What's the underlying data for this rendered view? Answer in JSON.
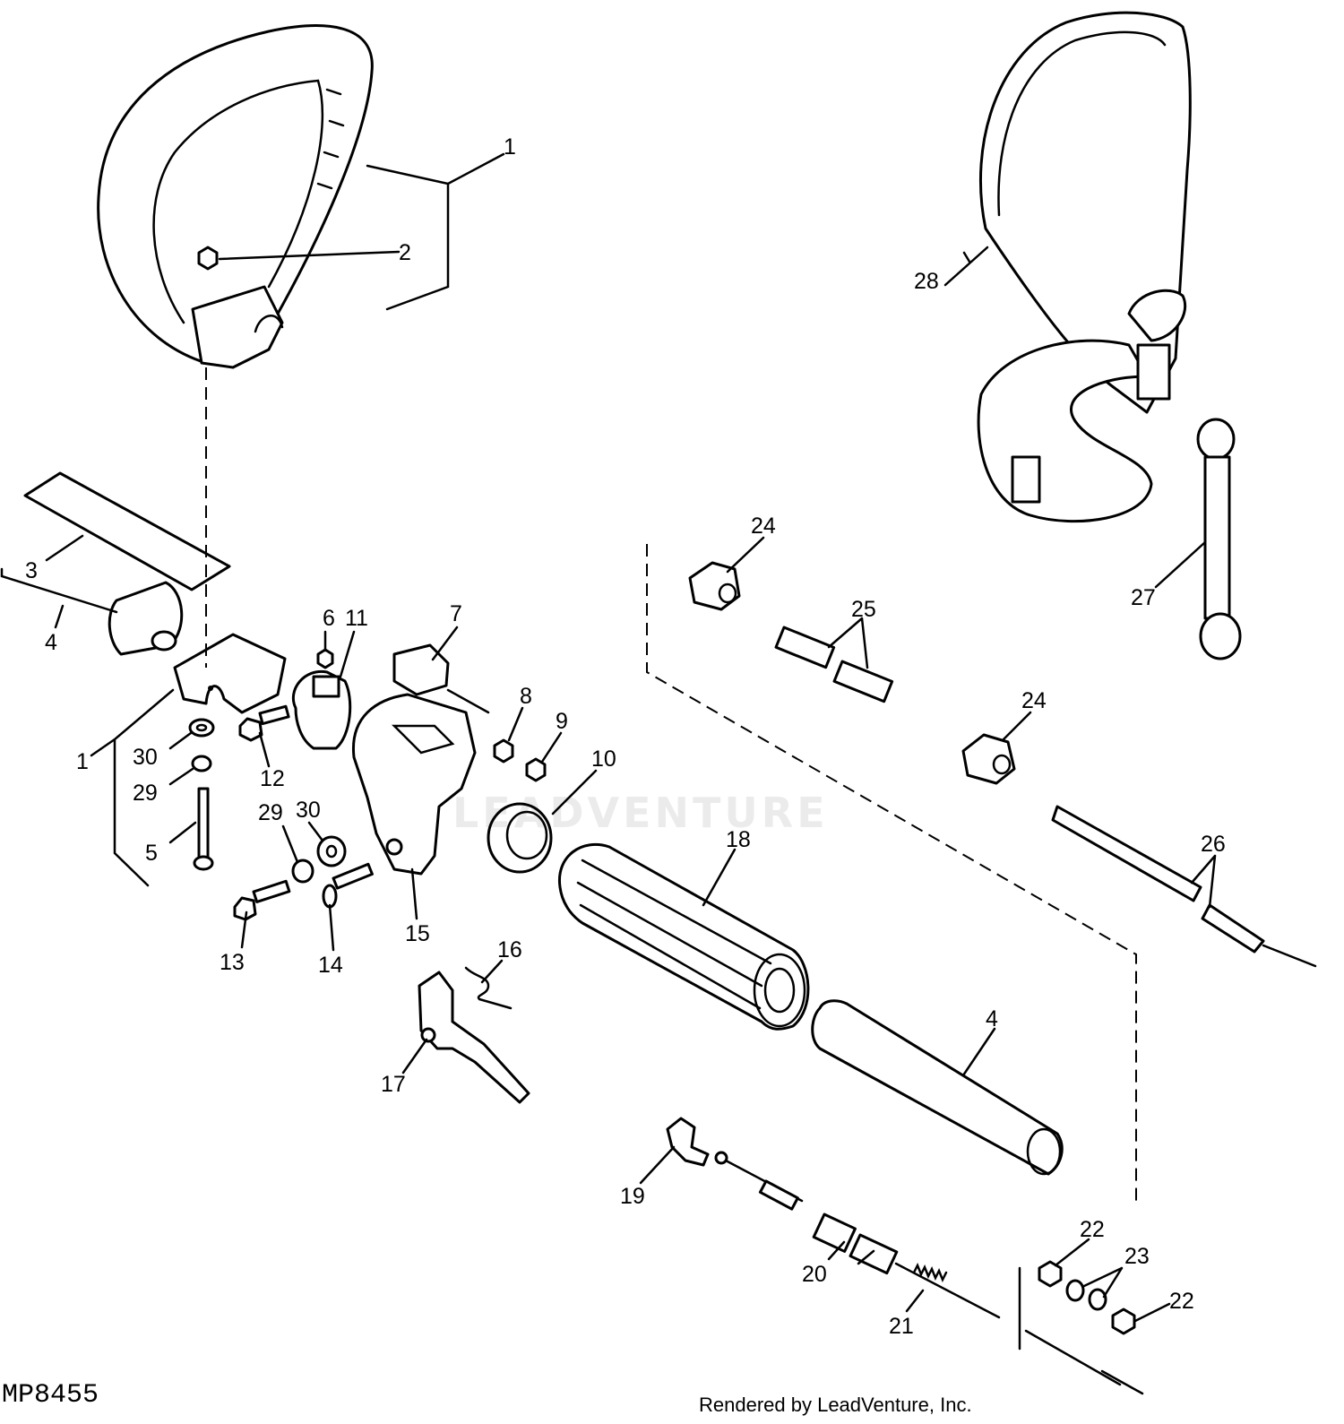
{
  "drawing_code": "MP8455",
  "credit": "Rendered by LeadVenture, Inc.",
  "watermark": "LEADVENTURE",
  "callouts": {
    "c1a": "1",
    "c2": "2",
    "c3": "3",
    "c4a": "4",
    "c1b": "1",
    "c30a": "30",
    "c29a": "29",
    "c5": "5",
    "c6": "6",
    "c11": "11",
    "c7": "7",
    "c8": "8",
    "c9": "9",
    "c10": "10",
    "c12": "12",
    "c29b": "29",
    "c30b": "30",
    "c13": "13",
    "c14": "14",
    "c15": "15",
    "c16": "16",
    "c17": "17",
    "c18": "18",
    "c4b": "4",
    "c19": "19",
    "c20": "20",
    "c21": "21",
    "c22a": "22",
    "c23": "23",
    "c22b": "22",
    "c24a": "24",
    "c25": "25",
    "c24b": "24",
    "c26": "26",
    "c27": "27",
    "c28": "28"
  }
}
